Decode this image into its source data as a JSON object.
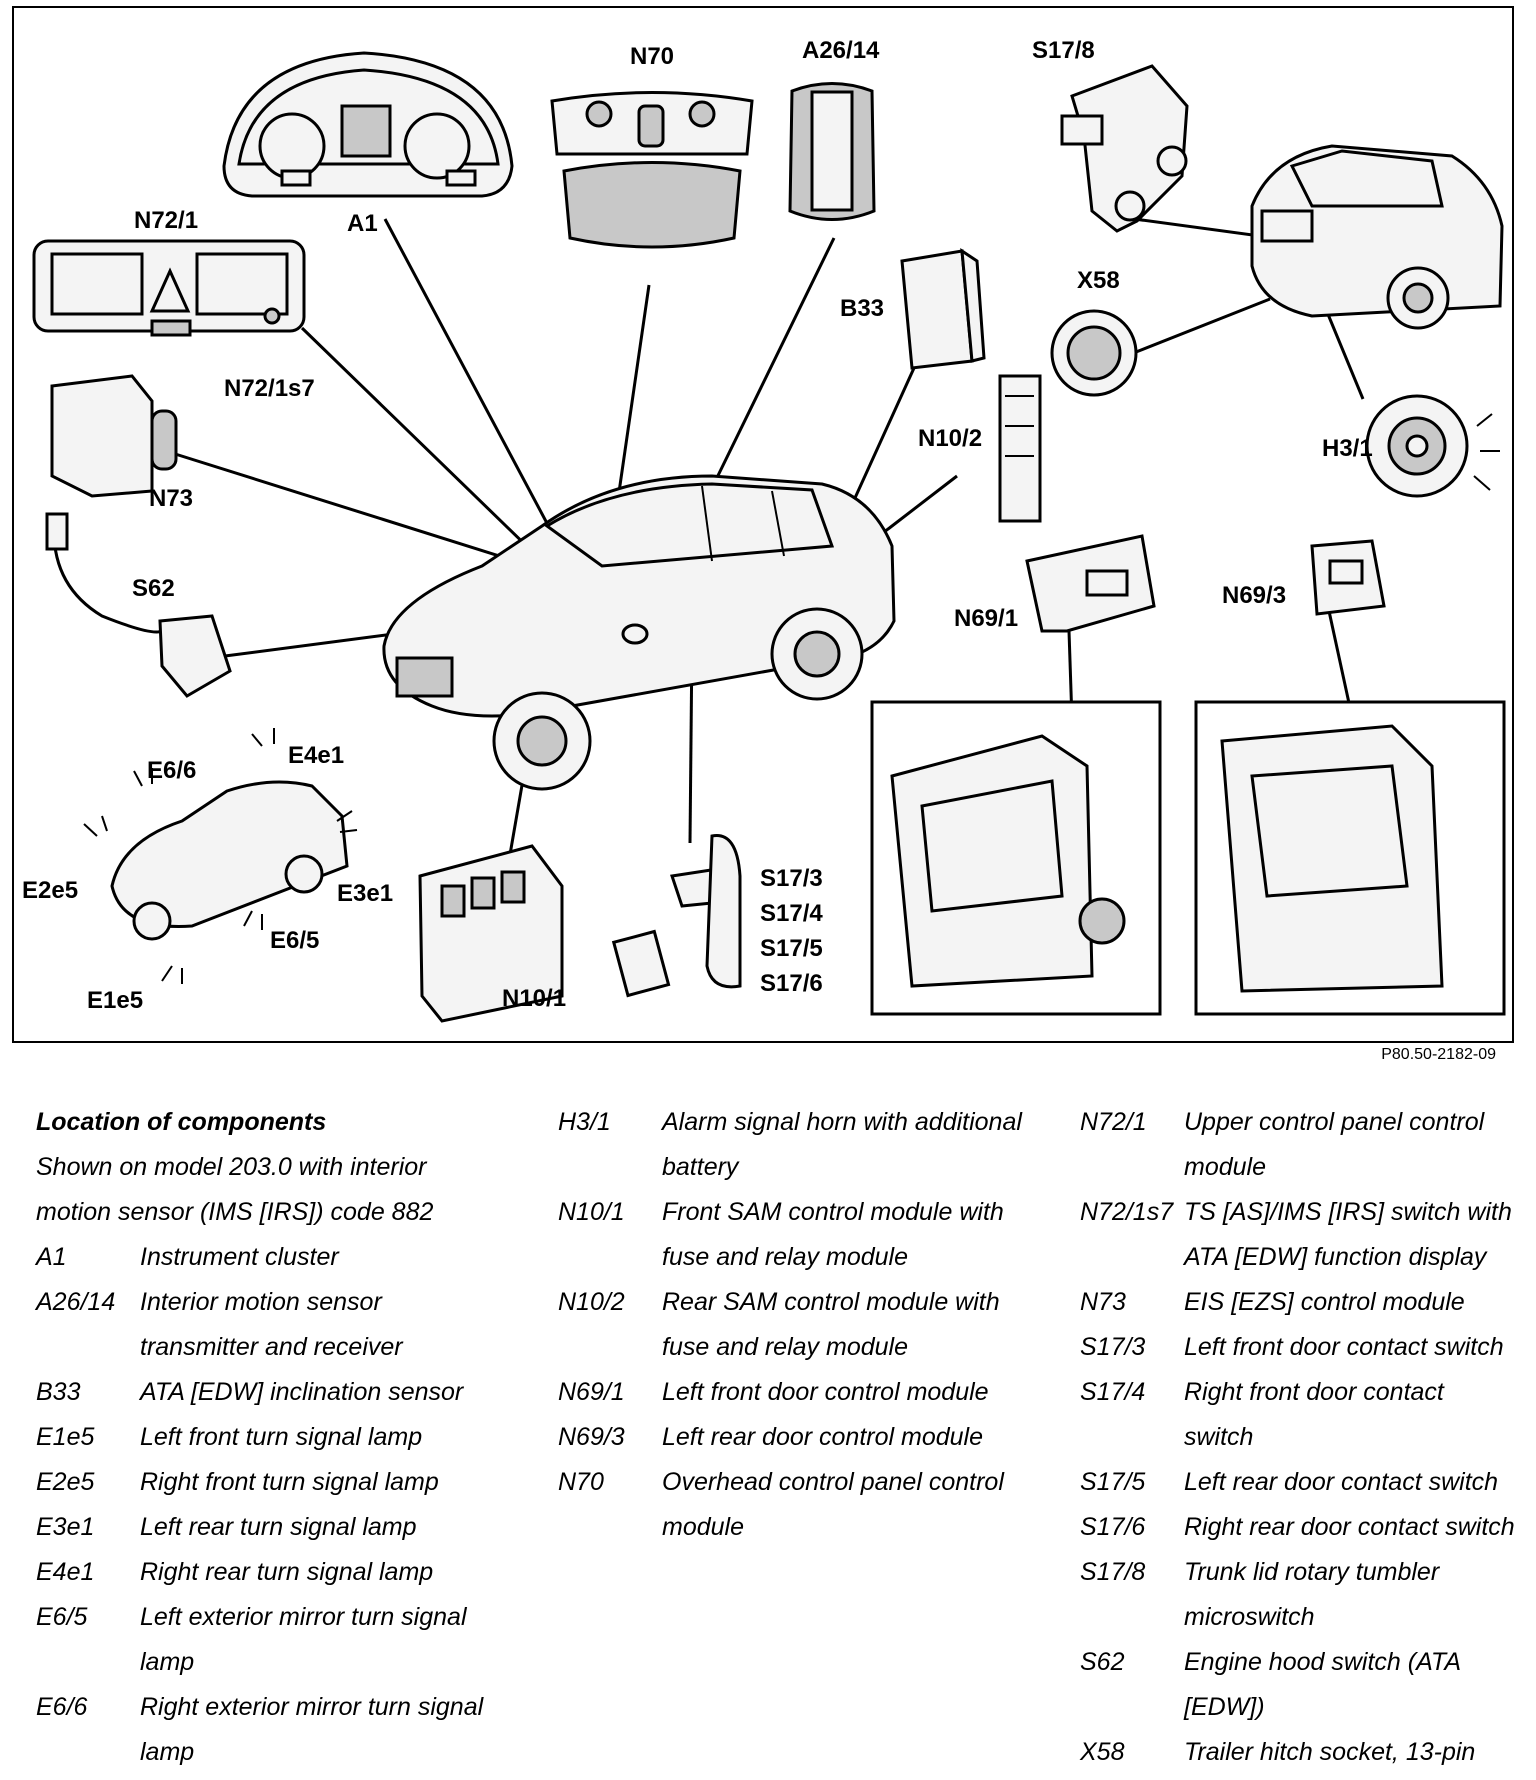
{
  "figure_id": "P80.50-2182-09",
  "labels": {
    "N70": "N70",
    "A26_14": "A26/14",
    "S17_8": "S17/8",
    "N72_1": "N72/1",
    "A1": "A1",
    "B33": "B33",
    "X58": "X58",
    "N72_1s7": "N72/1s7",
    "N73": "N73",
    "N10_2": "N10/2",
    "H3_1": "H3/1",
    "S62": "S62",
    "N69_1": "N69/1",
    "N69_3": "N69/3",
    "E6_6": "E6/6",
    "E4e1": "E4e1",
    "E2e5": "E2e5",
    "E3e1": "E3e1",
    "E6_5": "E6/5",
    "E1e5": "E1e5",
    "N10_1": "N10/1",
    "S17_3": "S17/3",
    "S17_4": "S17/4",
    "S17_5": "S17/5",
    "S17_6": "S17/6"
  },
  "legend": {
    "title": "Location of components",
    "subtitle": "Shown on model 203.0 with interior motion sensor (IMS [IRS]) code 882",
    "col1": [
      {
        "code": "A1",
        "desc": "Instrument cluster"
      },
      {
        "code": "A26/14",
        "desc": "Interior motion sensor transmitter and receiver"
      },
      {
        "code": "B33",
        "desc": "ATA [EDW] inclination sensor"
      },
      {
        "code": "E1e5",
        "desc": "Left front turn signal lamp"
      },
      {
        "code": "E2e5",
        "desc": "Right front turn signal lamp"
      },
      {
        "code": "E3e1",
        "desc": "Left rear turn signal lamp"
      },
      {
        "code": "E4e1",
        "desc": "Right rear turn signal lamp"
      },
      {
        "code": "E6/5",
        "desc": "Left exterior mirror turn signal lamp"
      },
      {
        "code": "E6/6",
        "desc": "Right exterior mirror turn signal lamp"
      }
    ],
    "col2": [
      {
        "code": "H3/1",
        "desc": "Alarm signal horn with additional battery"
      },
      {
        "code": "N10/1",
        "desc": "Front SAM control module with fuse and relay module"
      },
      {
        "code": "N10/2",
        "desc": "Rear SAM control module with fuse and relay module"
      },
      {
        "code": "N69/1",
        "desc": "Left front door control module"
      },
      {
        "code": "N69/3",
        "desc": "Left rear door control module"
      },
      {
        "code": "N70",
        "desc": "Overhead control panel control module"
      }
    ],
    "col3": [
      {
        "code": "N72/1",
        "desc": "Upper control panel control module"
      },
      {
        "code": "N72/1s7",
        "desc": "TS [AS]/IMS [IRS] switch with ATA [EDW] function display"
      },
      {
        "code": "N73",
        "desc": "EIS [EZS] control module"
      },
      {
        "code": "S17/3",
        "desc": "Left front door contact switch"
      },
      {
        "code": "S17/4",
        "desc": "Right front door contact switch"
      },
      {
        "code": "S17/5",
        "desc": "Left rear door contact switch"
      },
      {
        "code": "S17/6",
        "desc": "Right rear door contact switch"
      },
      {
        "code": "S17/8",
        "desc": "Trunk lid rotary tumbler microswitch"
      },
      {
        "code": "S62",
        "desc": "Engine hood switch (ATA [EDW])"
      },
      {
        "code": "X58",
        "desc": "Trailer hitch socket, 13-pin"
      }
    ]
  }
}
